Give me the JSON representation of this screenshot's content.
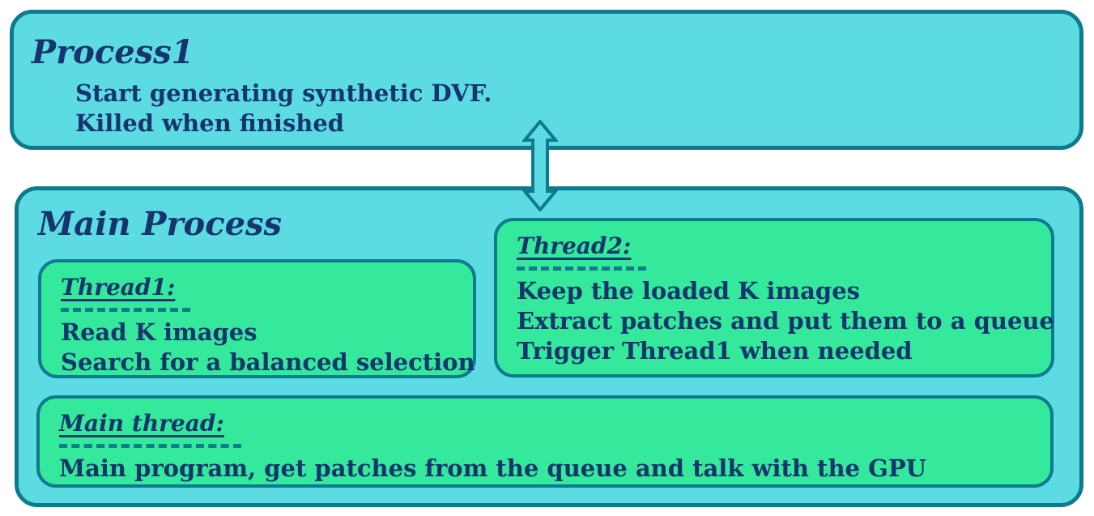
{
  "diagram": {
    "process1": {
      "title": "Process1",
      "lines": [
        "Start generating synthetic DVF.",
        "Killed when finished"
      ]
    },
    "connector": {
      "icon": "double-headed-vertical-arrow"
    },
    "main_process": {
      "title": "Main Process",
      "thread1": {
        "heading": "Thread1:",
        "lines": [
          "Read K images",
          "Search for a balanced selection"
        ]
      },
      "thread2": {
        "heading": "Thread2:",
        "lines": [
          "Keep the loaded K images",
          "Extract patches and put them to a queue",
          "Trigger Thread1 when needed"
        ]
      },
      "main_thread": {
        "heading": "Main thread:",
        "lines": [
          "Main program, get patches from the queue and talk with the GPU"
        ]
      }
    },
    "colors": {
      "cyan": "#5CDBE3",
      "green": "#34E89C",
      "border_teal": "#0E7A8E",
      "text_navy": "#16356C"
    }
  }
}
